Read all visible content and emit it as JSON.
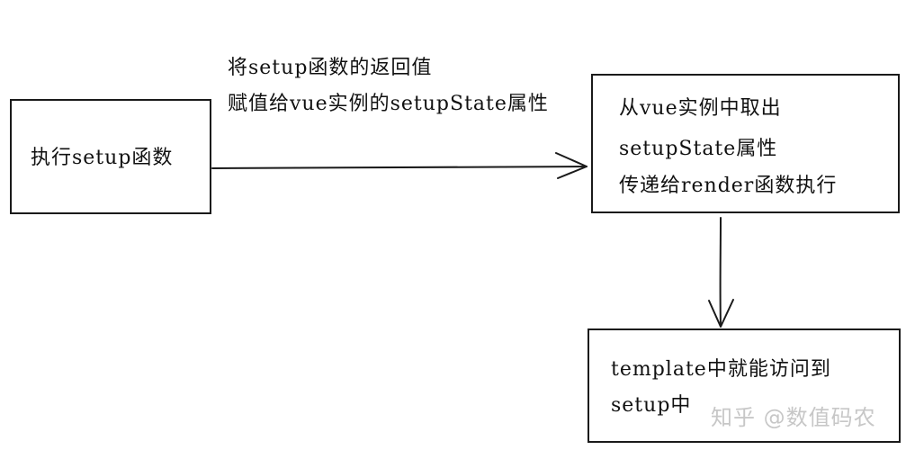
{
  "diagram": {
    "nodes": [
      {
        "id": "execute-setup",
        "lines": [
          "执行setup函数"
        ]
      },
      {
        "id": "take-setup-state",
        "lines": [
          "从vue实例中取出",
          "setupState属性",
          "传递给render函数执行"
        ]
      },
      {
        "id": "template-access",
        "lines": [
          "template中就能访问到",
          "setup中"
        ]
      }
    ],
    "edges": [
      {
        "from": "execute-setup",
        "to": "take-setup-state",
        "label_lines": [
          "将setup函数的返回值",
          "赋值给vue实例的setupState属性"
        ]
      },
      {
        "from": "take-setup-state",
        "to": "template-access",
        "label_lines": []
      }
    ]
  },
  "watermark": "知乎 @数值码农",
  "colors": {
    "stroke": "#1a1a1a",
    "text": "#111111",
    "watermark": "#b4b4b4"
  }
}
